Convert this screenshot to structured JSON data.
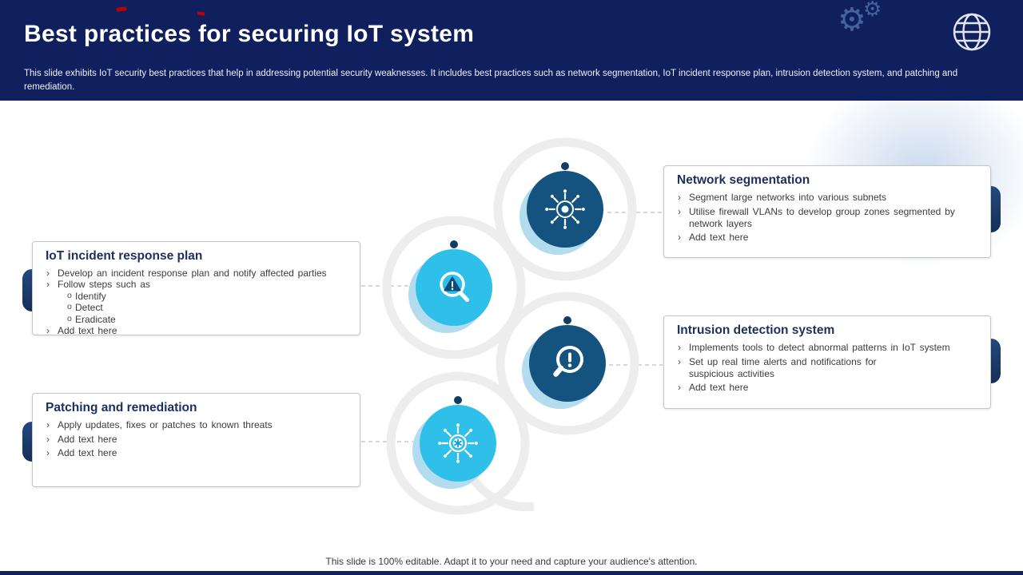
{
  "slide": {
    "title": "Best practices for securing IoT system",
    "subtitle": "This slide exhibits IoT security best practices that help in addressing potential security weaknesses. It includes best practices such as network segmentation, IoT incident response plan, intrusion detection system, and patching and remediation.",
    "footer_note": "This slide is 100% editable. Adapt it to your need and capture your audience's attention."
  },
  "marks": {
    "bullet": "›",
    "sub": "o"
  },
  "cards": {
    "network": {
      "title": "Network segmentation",
      "bullets": [
        "Segment large networks into various subnets",
        "Utilise firewall VLANs to develop group zones segmented by network layers",
        "Add text here"
      ]
    },
    "incident": {
      "title": "IoT incident response plan",
      "bullets": [
        "Develop an incident response plan and notify affected parties",
        "Follow steps such as",
        "Add text here"
      ],
      "sub_bullets": [
        "Identify",
        "Detect",
        "Eradicate"
      ]
    },
    "intrusion": {
      "title": "Intrusion detection system",
      "bullets": [
        "Implements tools to detect abnormal patterns in IoT system",
        "Set up real time alerts and notifications for suspicious activities",
        "Add text here"
      ]
    },
    "patching": {
      "title": "Patching and remediation",
      "bullets": [
        "Apply updates, fixes or patches to known threats",
        "Add text here",
        "Add text here"
      ]
    }
  },
  "colors": {
    "header_bg": "#101f5e",
    "dark_circle": "#14537f",
    "cyan_circle": "#2ec0e9",
    "crescent": "#b4dcef",
    "ring_gray": "#ededed",
    "pill_navy": "#1d3f74",
    "heading_text": "#1d2f5c",
    "red_mark": "#c00000"
  }
}
